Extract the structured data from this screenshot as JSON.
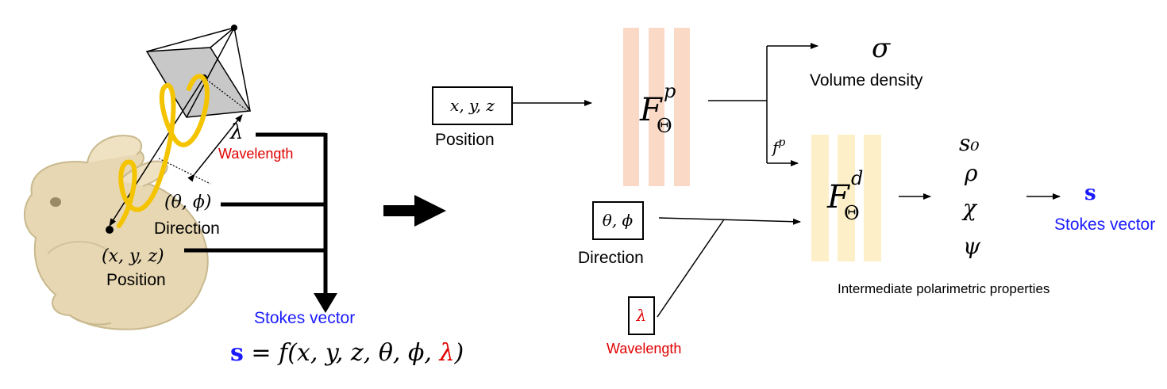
{
  "left_scene": {
    "lambda_symbol": "λ",
    "wavelength_label": "Wavelength",
    "direction_symbol": "(θ, ϕ)",
    "direction_label": "Direction",
    "position_symbol": "(x, y, z)",
    "position_label": "Position",
    "stokes_label": "Stokes vector",
    "equation": {
      "s": "s",
      "mid": " = f(x, y, z, θ, ϕ, ",
      "lambda": "λ",
      "close": ")"
    }
  },
  "pipeline": {
    "position_input": "x, y, z",
    "position_label": "Position",
    "direction_input": "θ, ϕ",
    "direction_label": "Direction",
    "wavelength_input": "λ",
    "wavelength_label": "Wavelength",
    "net_p": {
      "base": "F",
      "sub": "Θ",
      "sup": "p"
    },
    "net_d": {
      "base": "F",
      "sub": "Θ",
      "sup": "d"
    },
    "feature": {
      "base": "f",
      "sup": "p"
    },
    "sigma": "σ",
    "volume_density_label": "Volume density",
    "properties": [
      "s₀",
      "ρ",
      "χ",
      "ψ"
    ],
    "properties_label": "Intermediate polarimetric properties",
    "output_symbol": "s",
    "output_label": "Stokes vector"
  },
  "colors": {
    "net_p_fill": "#fbd9c7",
    "net_d_fill": "#fdf0c8",
    "wave": "#f5c400",
    "red": "#e00000",
    "blue": "#1a1aff",
    "bunny": "#e6d6b0"
  }
}
